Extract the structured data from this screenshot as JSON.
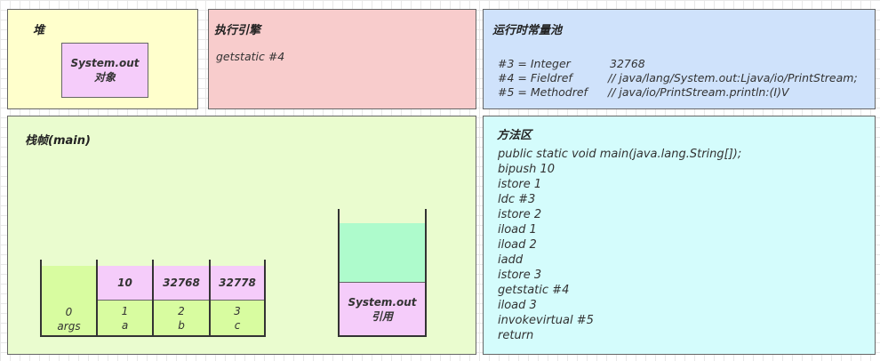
{
  "heap": {
    "title": "堆",
    "object_line1": "System.out",
    "object_line2": "对象"
  },
  "engine": {
    "title": "执行引擎",
    "instruction": "getstatic #4"
  },
  "pool": {
    "title": "运行时常量池",
    "entries": [
      {
        "key": "#3 = Integer",
        "value": "32768"
      },
      {
        "key": "#4 = Fieldref",
        "value": "// java/lang/System.out:Ljava/io/PrintStream;"
      },
      {
        "key": "#5 = Methodref",
        "value": "// java/io/PrintStream.println:(I)V"
      }
    ]
  },
  "frame": {
    "title": "栈帧(main)",
    "locals": [
      {
        "index": "0",
        "name": "args",
        "value": ""
      },
      {
        "index": "1",
        "name": "a",
        "value": "10"
      },
      {
        "index": "2",
        "name": "b",
        "value": "32768"
      },
      {
        "index": "3",
        "name": "c",
        "value": "32778"
      }
    ],
    "operand_line1": "System.out",
    "operand_line2": "引用"
  },
  "method": {
    "title": "方法区",
    "lines": [
      "public static void main(java.lang.String[]);",
      "bipush 10",
      "istore 1",
      "ldc #3",
      "istore 2",
      "iload 1",
      "iload 2",
      "iadd",
      "istore 3",
      "getstatic #4",
      "iload 3",
      "invokevirtual #5",
      "return"
    ]
  }
}
